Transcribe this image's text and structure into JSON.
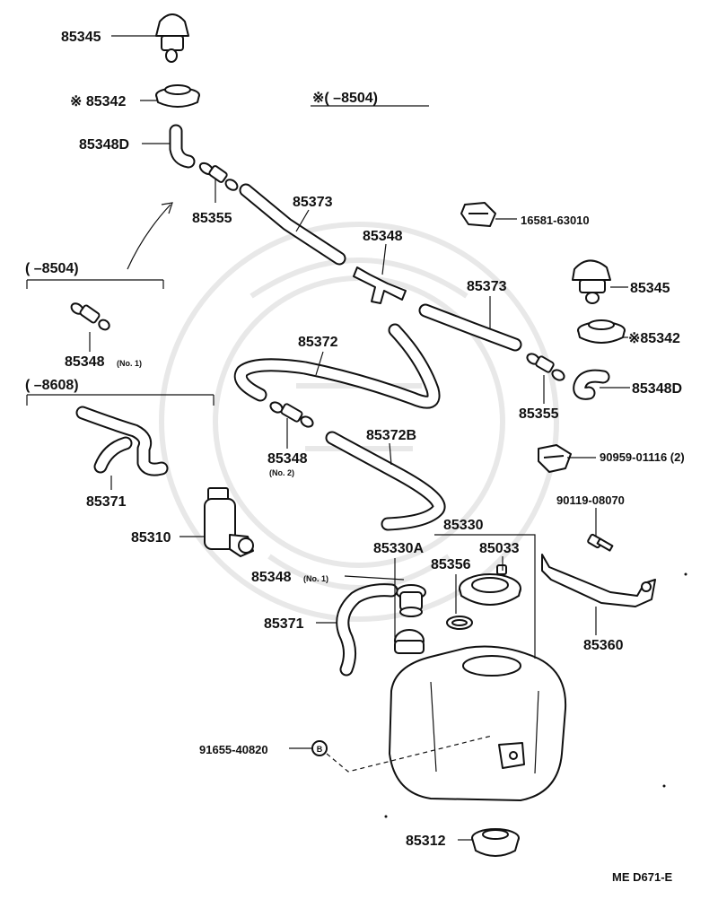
{
  "variant_heading": "※(      –8504)",
  "range_8504": "(      –8504)",
  "range_8608": "(      –8608)",
  "footer_code": "ME  D671-E",
  "parts": {
    "p85345_top": "85345",
    "p85342_top": "※ 85342",
    "p85348D_top": "85348D",
    "p85355_left": "85355",
    "p85373_left": "85373",
    "p85348_mid": "85348",
    "p16581": "16581-63010",
    "p85345_right": "85345",
    "p85373_right": "85373",
    "p85342_right": "※85342",
    "p85372": "85372",
    "p85348D_right": "85348D",
    "p85355_right": "85355",
    "p85348_no1_a": "85348",
    "no1_a": "(No. 1)",
    "p85348_no2": "85348",
    "no2": "(No. 2)",
    "p85372B": "85372B",
    "p90959": "90959-01116 (2)",
    "p85371_left": "85371",
    "p90119": "90119-08070",
    "p85330": "85330",
    "p85310": "85310",
    "p85330A": "85330A",
    "p85033": "85033",
    "p85356": "85356",
    "p85348_no1_b": "85348",
    "no1_b": "(No. 1)",
    "p85371_bottom": "85371",
    "p85360": "85360",
    "p91655": "91655-40820",
    "marker_b": "B",
    "p85312": "85312"
  }
}
